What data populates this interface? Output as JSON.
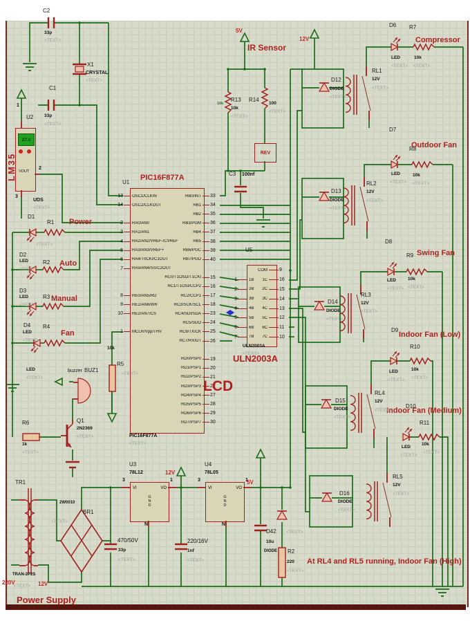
{
  "annotations": {
    "ir_sensor": "IR Sensor",
    "compressor": "Compressor",
    "outdoor_fan": "Outdoor Fan",
    "swing_fan": "Swing Fan",
    "indoor_fan_low": "Indoor Fan (Low)",
    "indoor_fan_medium": "Indoor Fan (Medium)",
    "lcd": "LCD",
    "uln": "ULN2003A",
    "power_supply": "Power Supply",
    "note": "At RL4 and RL5 running, Indoor Fan (High)",
    "power": "Power",
    "auto": "Auto",
    "manual": "Manual",
    "fan": "Fan"
  },
  "rails": {
    "v5_ir": "5V",
    "v12_top": "12V",
    "v12_reg": "12V",
    "v5_reg": "5V",
    "v220": "220V",
    "v12_sec": "12V"
  },
  "ph": "<TEXT>",
  "u1": {
    "ref": "U1",
    "title": "PIC16F877A",
    "footer": "PIC16F877A",
    "left_pins": [
      {
        "n": "13",
        "l": "OSC1/CLKIN"
      },
      {
        "n": "14",
        "l": "OSC2/CLKOUT"
      },
      {
        "n": "",
        "l": ""
      },
      {
        "n": "2",
        "l": "RA0/AN0"
      },
      {
        "n": "3",
        "l": "RA1/AN1"
      },
      {
        "n": "4",
        "l": "RA2/AN2/VREF-/CVREF"
      },
      {
        "n": "5",
        "l": "RA3/AN3/VREF+"
      },
      {
        "n": "6",
        "l": "RA4/T0CKI/C1OUT"
      },
      {
        "n": "7",
        "l": "RA5/AN4/SS/C2OUT"
      },
      {
        "n": "",
        "l": ""
      },
      {
        "n": "",
        "l": ""
      },
      {
        "n": "8",
        "l": "RE0/AN5/RD"
      },
      {
        "n": "9",
        "l": "RE1/AN6/WR"
      },
      {
        "n": "10",
        "l": "RE2/AN7/CS"
      },
      {
        "n": "",
        "l": ""
      },
      {
        "n": "1",
        "l": "MCLR/Vpp/THV"
      }
    ],
    "right_pins": [
      {
        "n": "33",
        "l": "RB0/INT"
      },
      {
        "n": "34",
        "l": "RB1"
      },
      {
        "n": "35",
        "l": "RB2"
      },
      {
        "n": "36",
        "l": "RB3/PGM"
      },
      {
        "n": "37",
        "l": "RB4"
      },
      {
        "n": "38",
        "l": "RB5"
      },
      {
        "n": "39",
        "l": "RB6/PGC"
      },
      {
        "n": "40",
        "l": "RB7/PGD"
      },
      {
        "n": "",
        "l": ""
      },
      {
        "n": "15",
        "l": "RC0/T1OSO/T1CKI"
      },
      {
        "n": "16",
        "l": "RC1/T1OSI/CCP2"
      },
      {
        "n": "17",
        "l": "RC2/CCP1"
      },
      {
        "n": "18",
        "l": "RC3/SCK/SCL"
      },
      {
        "n": "23",
        "l": "RC4/SDI/SDA"
      },
      {
        "n": "24",
        "l": "RC5/SDO"
      },
      {
        "n": "25",
        "l": "RC6/TX/CK"
      },
      {
        "n": "26",
        "l": "RC7/RX/DT"
      },
      {
        "n": "",
        "l": ""
      },
      {
        "n": "19",
        "l": "RD0/PSP0"
      },
      {
        "n": "20",
        "l": "RD1/PSP1"
      },
      {
        "n": "21",
        "l": "RD2/PSP2"
      },
      {
        "n": "22",
        "l": "RD3/PSP3"
      },
      {
        "n": "27",
        "l": "RD4/PSP4"
      },
      {
        "n": "28",
        "l": "RD5/PSP5"
      },
      {
        "n": "29",
        "l": "RD6/PSP6"
      },
      {
        "n": "30",
        "l": "RD7/PSP7"
      }
    ]
  },
  "u5": {
    "ref": "U5",
    "footer": "ULN2003A",
    "left_pins": [
      {
        "n": "",
        "l": ""
      },
      {
        "n": "1",
        "l": "1B"
      },
      {
        "n": "2",
        "l": "2B"
      },
      {
        "n": "3",
        "l": "3B"
      },
      {
        "n": "4",
        "l": "4B"
      },
      {
        "n": "5",
        "l": "5B"
      },
      {
        "n": "6",
        "l": "6B"
      },
      {
        "n": "7",
        "l": "7B"
      }
    ],
    "right_pins": [
      {
        "n": "9",
        "l": "COM"
      },
      {
        "n": "16",
        "l": "1C"
      },
      {
        "n": "15",
        "l": "2C"
      },
      {
        "n": "14",
        "l": "3C"
      },
      {
        "n": "13",
        "l": "4C"
      },
      {
        "n": "12",
        "l": "5C"
      },
      {
        "n": "11",
        "l": "6C"
      },
      {
        "n": "10",
        "l": "7C"
      }
    ]
  },
  "u2": {
    "ref": "U2",
    "name": "LM35",
    "display": "27.0",
    "vout": "VOUT",
    "p1": "1",
    "p2": "2",
    "p3": "3",
    "net": "UDS"
  },
  "u3": {
    "ref": "U3",
    "name": "78L12",
    "vi": "VI",
    "vo": "VO",
    "gnd": "GND",
    "pin_in": "3",
    "pin_out": "1",
    "pin_gnd": "N"
  },
  "u4": {
    "ref": "U4",
    "name": "78L05",
    "vi": "VI",
    "vo": "VO",
    "gnd": "GND",
    "pin_in": "3",
    "pin_out": "1",
    "pin_gnd": "N"
  },
  "parts": {
    "c2": {
      "ref": "C2",
      "val": "33p"
    },
    "c1": {
      "ref": "C1",
      "val": "33p"
    },
    "x1": {
      "ref": "X1",
      "val": "CRYSTAL"
    },
    "c3": {
      "ref": "C3",
      "val": "100nf"
    },
    "d1": {
      "ref": "D1"
    },
    "d2": {
      "ref": "D2",
      "val": "LED"
    },
    "d3": {
      "ref": "D3",
      "val": "LED"
    },
    "d4": {
      "ref": "D4",
      "val": "LED"
    },
    "led_cap": "LED",
    "r1": {
      "ref": "R1"
    },
    "r2_btn": {
      "ref": "R2"
    },
    "r3": {
      "ref": "R3"
    },
    "r4": {
      "ref": "R4"
    },
    "r5": {
      "ref": "R5",
      "val": "10k"
    },
    "r6": {
      "ref": "R6",
      "val": "1k"
    },
    "buz1": {
      "ref": "BUZ1",
      "val": "buzzer"
    },
    "q1": {
      "ref": "Q1",
      "val": "2N2369"
    },
    "r13": {
      "ref": "R13",
      "val": "10k",
      "val2": "10k"
    },
    "r14": {
      "ref": "R14",
      "val": "100"
    },
    "rev": "REV",
    "d6": {
      "ref": "D6",
      "val": "LED"
    },
    "r7": {
      "ref": "R7",
      "val": "10k"
    },
    "d7": {
      "ref": "D7",
      "val": "LED"
    },
    "r8": {
      "ref": "R8",
      "val": "10k"
    },
    "d8": {
      "ref": "D8",
      "val": "LED"
    },
    "r9": {
      "ref": "R9",
      "val": "10k"
    },
    "d9": {
      "ref": "D9",
      "val": "LED"
    },
    "r10": {
      "ref": "R10",
      "val": "10k"
    },
    "d10": {
      "ref": "D10",
      "val": "LED"
    },
    "r11": {
      "ref": "R11",
      "val": "10k"
    },
    "d12": {
      "ref": "D12",
      "val": "DIODE"
    },
    "d13": {
      "ref": "D13",
      "val": "DIODE"
    },
    "d14": {
      "ref": "D14",
      "val": "DIODE"
    },
    "d15": {
      "ref": "D15",
      "val": "DIODE"
    },
    "d16": {
      "ref": "D16",
      "val": "DIODE"
    },
    "rl1": {
      "ref": "RL1",
      "val": "12V"
    },
    "rl2": {
      "ref": "RL2",
      "val": "12V"
    },
    "rl3": {
      "ref": "RL3",
      "val": "12V"
    },
    "rl4": {
      "ref": "RL4",
      "val": "12V"
    },
    "rl5": {
      "ref": "RL5",
      "val": "12V"
    },
    "tr1": {
      "ref": "TR1",
      "val": "TRAN-2P2S"
    },
    "br1": {
      "ref": "BR1",
      "val": "2W0010"
    },
    "c470": {
      "val": "470/50V",
      "val2": "33p"
    },
    "c220": {
      "val": "220/16V",
      "val2": "1nf"
    },
    "d42": {
      "ref": "D42",
      "val": "10u",
      "val2": "DIODE"
    },
    "r2_out": {
      "ref": "R2",
      "val": "220"
    }
  }
}
